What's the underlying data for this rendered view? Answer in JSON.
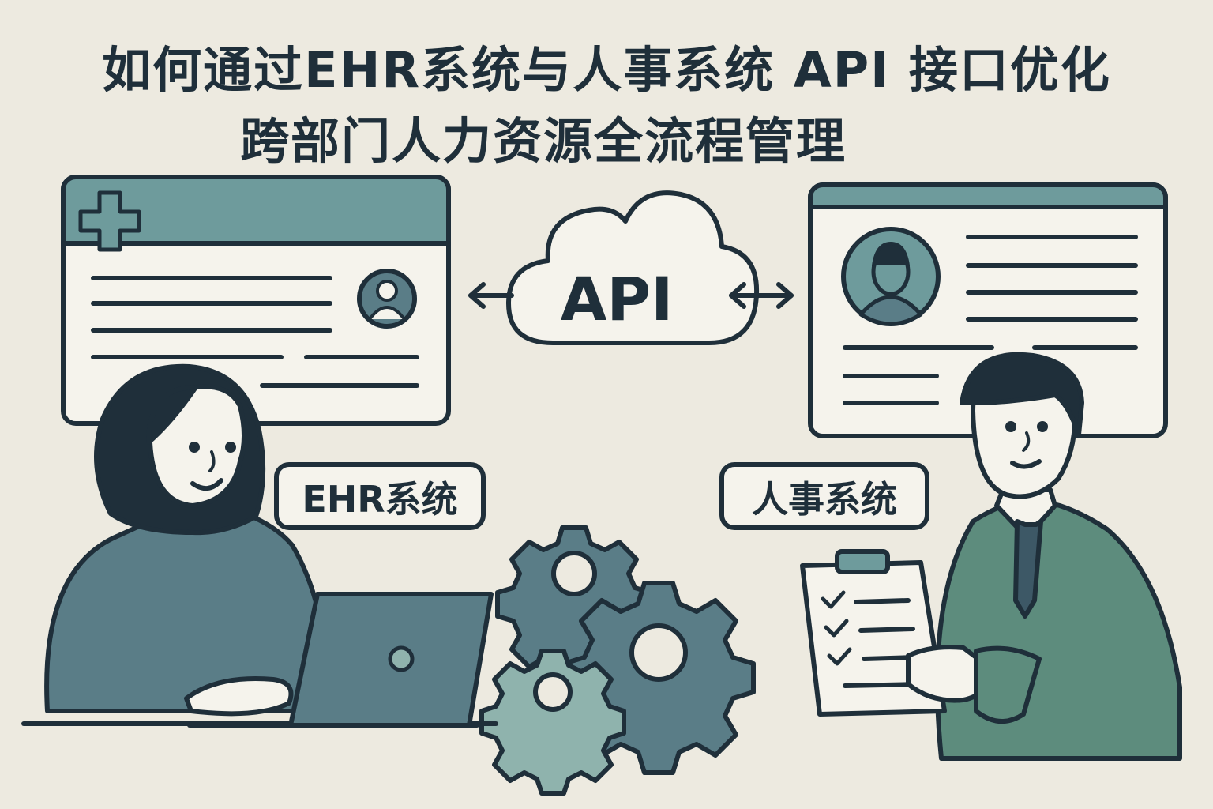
{
  "title": {
    "line1": "如何通过EHR系统与人事系统 API 接口优化",
    "line2": "跨部门人力资源全流程管理"
  },
  "cloud": {
    "label": "API"
  },
  "ehr": {
    "label": "EHR系统"
  },
  "hr": {
    "label": "人事系统"
  },
  "colors": {
    "background": "#edeae0",
    "ink": "#1f2f3a",
    "teal": "#6e9b9c",
    "slate": "#5a7d87",
    "green": "#5d8c7d",
    "light": "#f5f3ec"
  }
}
